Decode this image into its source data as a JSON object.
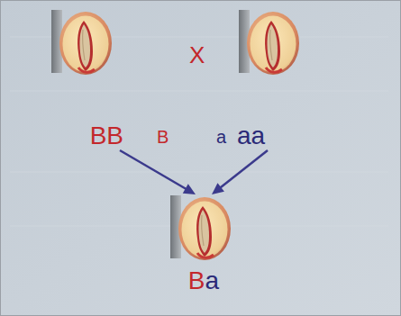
{
  "diagram": {
    "nodes": [
      {
        "text": [
          "BB"
        ]
      },
      {
        "text": [
          "aa"
        ]
      },
      {
        "text": [
          "Ba"
        ]
      }
    ],
    "edges": [
      {
        "from": 0,
        "to": 2,
        "arrow": "to",
        "label": "B"
      },
      {
        "from": 1,
        "to": 2,
        "arrow": "to",
        "label": "a"
      }
    ],
    "labels": [
      "X"
    ]
  }
}
